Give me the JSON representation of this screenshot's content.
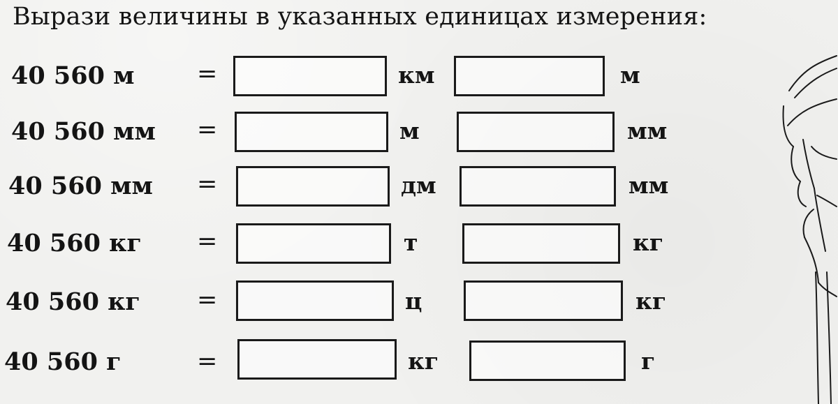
{
  "title": "Вырази величины в указанных единицах измерения:",
  "rows": [
    {
      "qty": "40 560 м",
      "eq": "=",
      "unit1": "км",
      "unit2": "м",
      "val1": "",
      "val2": ""
    },
    {
      "qty": "40 560 мм",
      "eq": "=",
      "unit1": "м",
      "unit2": "мм",
      "val1": "",
      "val2": ""
    },
    {
      "qty": "40 560 мм",
      "eq": "=",
      "unit1": "дм",
      "unit2": "мм",
      "val1": "",
      "val2": ""
    },
    {
      "qty": "40 560 кг",
      "eq": "=",
      "unit1": "т",
      "unit2": "кг",
      "val1": "",
      "val2": ""
    },
    {
      "qty": "40 560 кг",
      "eq": "=",
      "unit1": "ц",
      "unit2": "кг",
      "val1": "",
      "val2": ""
    },
    {
      "qty": "40 560 г",
      "eq": "=",
      "unit1": "кг",
      "unit2": "г",
      "val1": "",
      "val2": ""
    }
  ],
  "illustration": {
    "icon": "plant-sketch-icon"
  }
}
